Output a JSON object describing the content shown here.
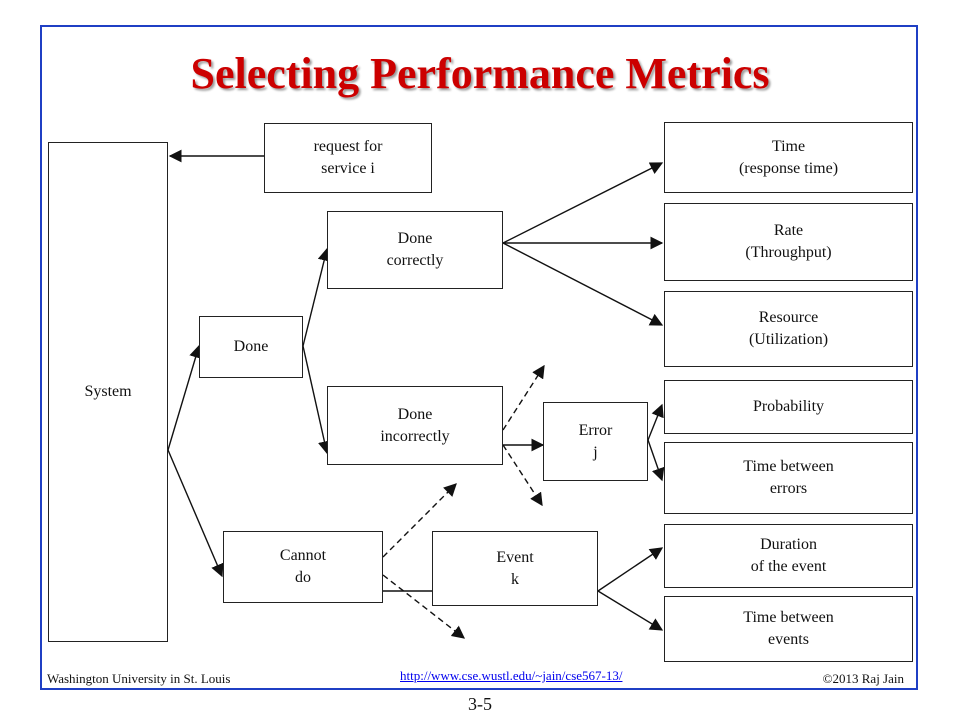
{
  "title": "Selecting Performance Metrics",
  "diagram": {
    "system": "System",
    "request": "request for\nservice i",
    "done": "Done",
    "done_correctly": "Done\ncorrectly",
    "done_incorrectly": "Done\nincorrectly",
    "cannot_do": "Cannot\ndo",
    "error": "Error\nj",
    "event": "Event\nk",
    "time": "Time\n(response time)",
    "rate": "Rate\n(Throughput)",
    "resource": "Resource\n(Utilization)",
    "probability": "Probability",
    "time_between_errors": "Time between\nerrors",
    "duration": "Duration\nof the event",
    "time_between_events": "Time between\nevents"
  },
  "footer": {
    "left": "Washington University in St. Louis",
    "url": "http://www.cse.wustl.edu/~jain/cse567-13/",
    "right": "©2013 Raj Jain",
    "page": "3-5"
  }
}
